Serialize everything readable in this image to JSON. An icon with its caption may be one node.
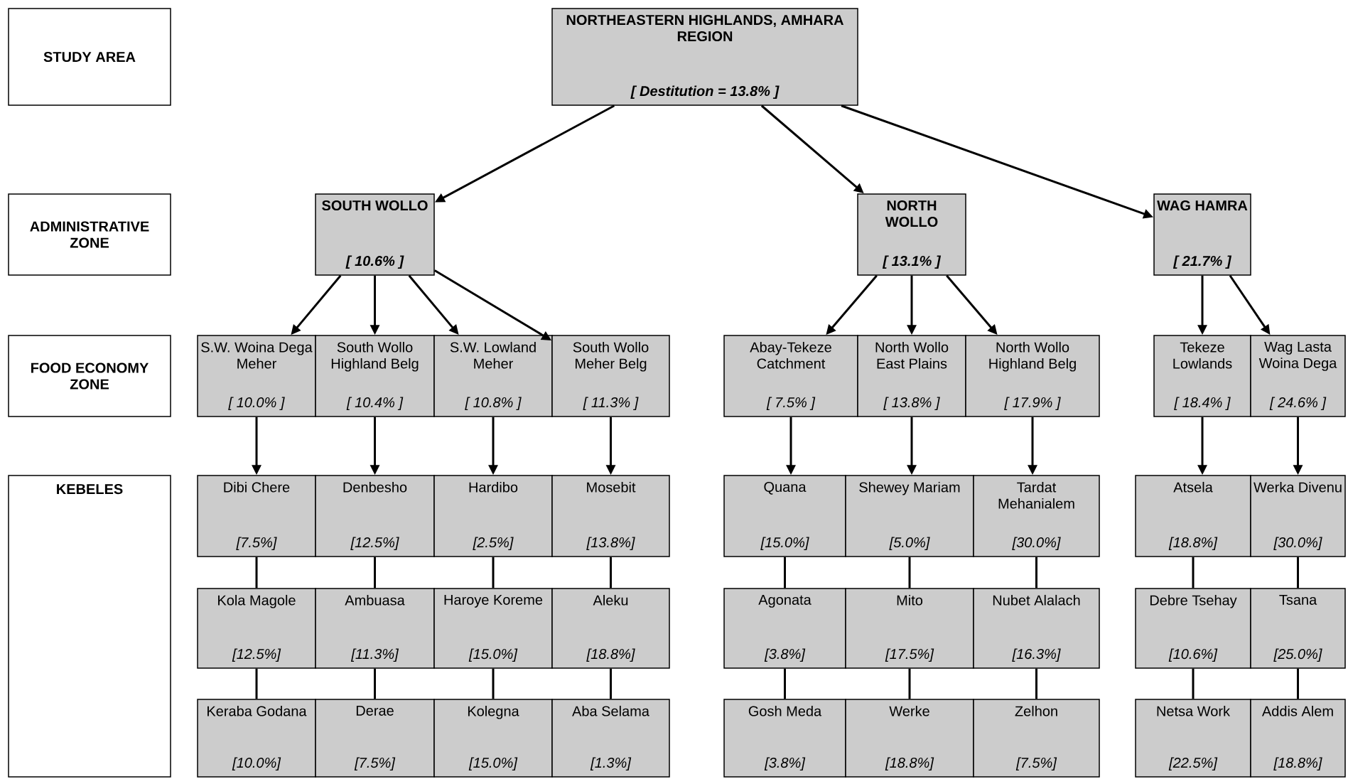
{
  "diagram": {
    "nodes": [
      {
        "text": [
          "STUDY AREA"
        ]
      },
      {
        "text": [
          "NORTHEASTERN HIGHLANDS, AMHARA REGION",
          "[ Destitution = 13.8% ]"
        ]
      },
      {
        "text": [
          "ADMINISTRATIVE ZONE"
        ]
      },
      {
        "text": [
          "SOUTH WOLLO",
          "[ 10.6% ]"
        ]
      },
      {
        "text": [
          "NORTH WOLLO",
          "[ 13.1% ]"
        ]
      },
      {
        "text": [
          "WAG HAMRA",
          "[ 21.7% ]"
        ]
      },
      {
        "text": [
          "FOOD ECONOMY ZONE"
        ]
      },
      {
        "text": [
          "S.W. Woina Dega Meher",
          "[ 10.0% ]"
        ]
      },
      {
        "text": [
          "South Wollo Highland Belg",
          "[ 10.4% ]"
        ]
      },
      {
        "text": [
          "S.W. Lowland Meher",
          "[ 10.8% ]"
        ]
      },
      {
        "text": [
          "South Wollo Meher Belg",
          "[ 11.3% ]"
        ]
      },
      {
        "text": [
          "Abay-Tekeze Catchment",
          "[ 7.5% ]"
        ]
      },
      {
        "text": [
          "North Wollo East Plains",
          "[ 13.8% ]"
        ]
      },
      {
        "text": [
          "North Wollo Highland Belg",
          "[ 17.9% ]"
        ]
      },
      {
        "text": [
          "Tekeze Lowlands",
          "[ 18.4% ]"
        ]
      },
      {
        "text": [
          "Wag Lasta Woina Dega",
          "[ 24.6% ]"
        ]
      },
      {
        "text": [
          "KEBELES"
        ]
      },
      {
        "text": [
          "Dibi Chere",
          "[7.5%]"
        ]
      },
      {
        "text": [
          "Denbesho",
          "[12.5%]"
        ]
      },
      {
        "text": [
          "Hardibo",
          "[2.5%]"
        ]
      },
      {
        "text": [
          "Mosebit",
          "[13.8%]"
        ]
      },
      {
        "text": [
          "Quana",
          "[15.0%]"
        ]
      },
      {
        "text": [
          "Shewey Mariam",
          "[5.0%]"
        ]
      },
      {
        "text": [
          "Tardat Mehanialem",
          "[30.0%]"
        ]
      },
      {
        "text": [
          "Atsela",
          "[18.8%]"
        ]
      },
      {
        "text": [
          "Werka Divenu",
          "[30.0%]"
        ]
      },
      {
        "text": [
          "Kola Magole",
          "[12.5%]"
        ]
      },
      {
        "text": [
          "Ambuasa",
          "[11.3%]"
        ]
      },
      {
        "text": [
          "Haroye Koreme",
          "[15.0%]"
        ]
      },
      {
        "text": [
          "Aleku",
          "[18.8%]"
        ]
      },
      {
        "text": [
          "Agonata",
          "[3.8%]"
        ]
      },
      {
        "text": [
          "Mito",
          "[17.5%]"
        ]
      },
      {
        "text": [
          "Nubet Alalach",
          "[16.3%]"
        ]
      },
      {
        "text": [
          "Debre Tsehay",
          "[10.6%]"
        ]
      },
      {
        "text": [
          "Tsana",
          "[25.0%]"
        ]
      },
      {
        "text": [
          "Keraba Godana",
          "[10.0%]"
        ]
      },
      {
        "text": [
          "Derae",
          "[7.5%]"
        ]
      },
      {
        "text": [
          "Kolegna",
          "[15.0%]"
        ]
      },
      {
        "text": [
          "Aba Selama",
          "[1.3%]"
        ]
      },
      {
        "text": [
          "Gosh Meda",
          "[3.8%]"
        ]
      },
      {
        "text": [
          "Werke",
          "[18.8%]"
        ]
      },
      {
        "text": [
          "Zelhon",
          "[7.5%]"
        ]
      },
      {
        "text": [
          "Netsa Work",
          "[22.5%]"
        ]
      },
      {
        "text": [
          "Addis Alem",
          "[18.8%]"
        ]
      }
    ],
    "edges": [
      {
        "from": 1,
        "to": 3,
        "arrow": "to"
      },
      {
        "from": 1,
        "to": 4,
        "arrow": "to"
      },
      {
        "from": 1,
        "to": 5,
        "arrow": "to"
      },
      {
        "from": 3,
        "to": 7,
        "arrow": "to"
      },
      {
        "from": 3,
        "to": 8,
        "arrow": "to"
      },
      {
        "from": 3,
        "to": 9,
        "arrow": "to"
      },
      {
        "from": 3,
        "to": 10,
        "arrow": "to"
      },
      {
        "from": 4,
        "to": 11,
        "arrow": "to"
      },
      {
        "from": 4,
        "to": 12,
        "arrow": "to"
      },
      {
        "from": 4,
        "to": 13,
        "arrow": "to"
      },
      {
        "from": 5,
        "to": 14,
        "arrow": "to"
      },
      {
        "from": 5,
        "to": 15,
        "arrow": "to"
      },
      {
        "from": 7,
        "to": 17,
        "arrow": "to"
      },
      {
        "from": 8,
        "to": 18,
        "arrow": "to"
      },
      {
        "from": 9,
        "to": 19,
        "arrow": "to"
      },
      {
        "from": 10,
        "to": 20,
        "arrow": "to"
      },
      {
        "from": 11,
        "to": 21,
        "arrow": "to"
      },
      {
        "from": 12,
        "to": 22,
        "arrow": "to"
      },
      {
        "from": 13,
        "to": 23,
        "arrow": "to"
      },
      {
        "from": 14,
        "to": 24,
        "arrow": "to"
      },
      {
        "from": 15,
        "to": 25,
        "arrow": "to"
      },
      {
        "from": 17,
        "to": 26,
        "arrow": "none"
      },
      {
        "from": 18,
        "to": 27,
        "arrow": "none"
      },
      {
        "from": 19,
        "to": 28,
        "arrow": "none"
      },
      {
        "from": 20,
        "to": 29,
        "arrow": "none"
      },
      {
        "from": 21,
        "to": 30,
        "arrow": "none"
      },
      {
        "from": 22,
        "to": 31,
        "arrow": "none"
      },
      {
        "from": 23,
        "to": 32,
        "arrow": "none"
      },
      {
        "from": 24,
        "to": 33,
        "arrow": "none"
      },
      {
        "from": 25,
        "to": 34,
        "arrow": "none"
      },
      {
        "from": 26,
        "to": 35,
        "arrow": "none"
      },
      {
        "from": 27,
        "to": 36,
        "arrow": "none"
      },
      {
        "from": 28,
        "to": 37,
        "arrow": "none"
      },
      {
        "from": 29,
        "to": 38,
        "arrow": "none"
      },
      {
        "from": 30,
        "to": 39,
        "arrow": "none"
      },
      {
        "from": 31,
        "to": 40,
        "arrow": "none"
      },
      {
        "from": 32,
        "to": 41,
        "arrow": "none"
      },
      {
        "from": 33,
        "to": 42,
        "arrow": "none"
      },
      {
        "from": 34,
        "to": 43,
        "arrow": "none"
      }
    ]
  }
}
